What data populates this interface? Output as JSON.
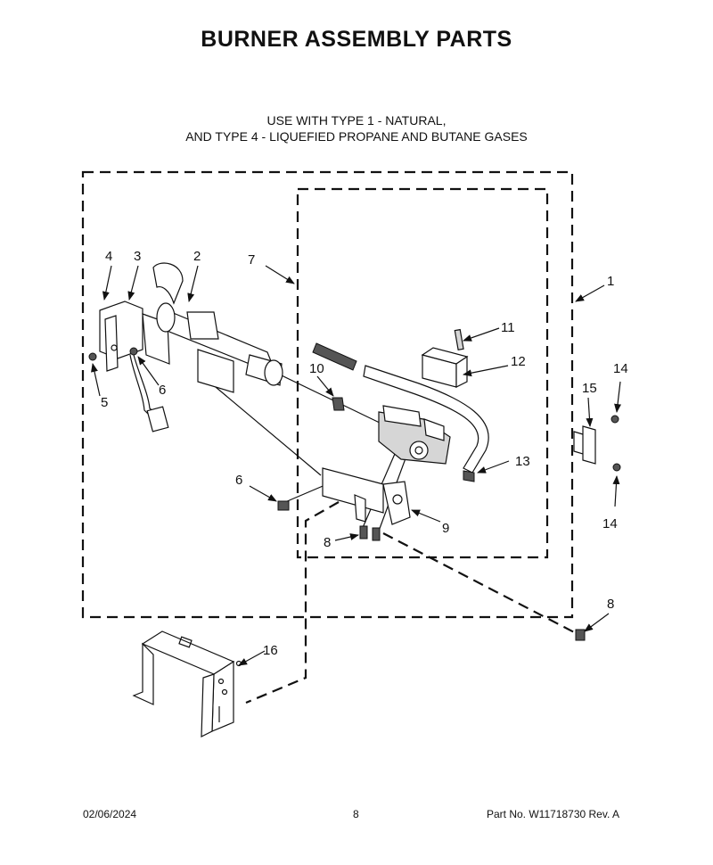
{
  "title": "BURNER ASSEMBLY PARTS",
  "subtitle_line1": "USE WITH TYPE 1 - NATURAL,",
  "subtitle_line2": "AND TYPE 4 - LIQUEFIED PROPANE AND BUTANE GASES",
  "callouts": {
    "c1": "1",
    "c2": "2",
    "c3": "3",
    "c4": "4",
    "c5": "5",
    "c6a": "6",
    "c6b": "6",
    "c7": "7",
    "c8a": "8",
    "c8b": "8",
    "c9": "9",
    "c10": "10",
    "c11": "11",
    "c12": "12",
    "c13": "13",
    "c14a": "14",
    "c14b": "14",
    "c15": "15",
    "c16": "16"
  },
  "footer": {
    "date": "02/06/2024",
    "page": "8",
    "part_no": "Part No.  W11718730  Rev.  A"
  }
}
